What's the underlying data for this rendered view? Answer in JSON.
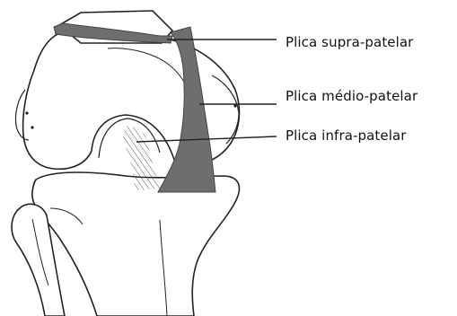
{
  "labels": {
    "supra": "Plica supra-patelar",
    "medio": "Plica médio-patelar",
    "infra": "Plica infra-patelar"
  },
  "colors": {
    "background": "#ffffff",
    "outline": "#222222",
    "plica_fill": "#6e6e6e",
    "hatch": "#555555"
  }
}
